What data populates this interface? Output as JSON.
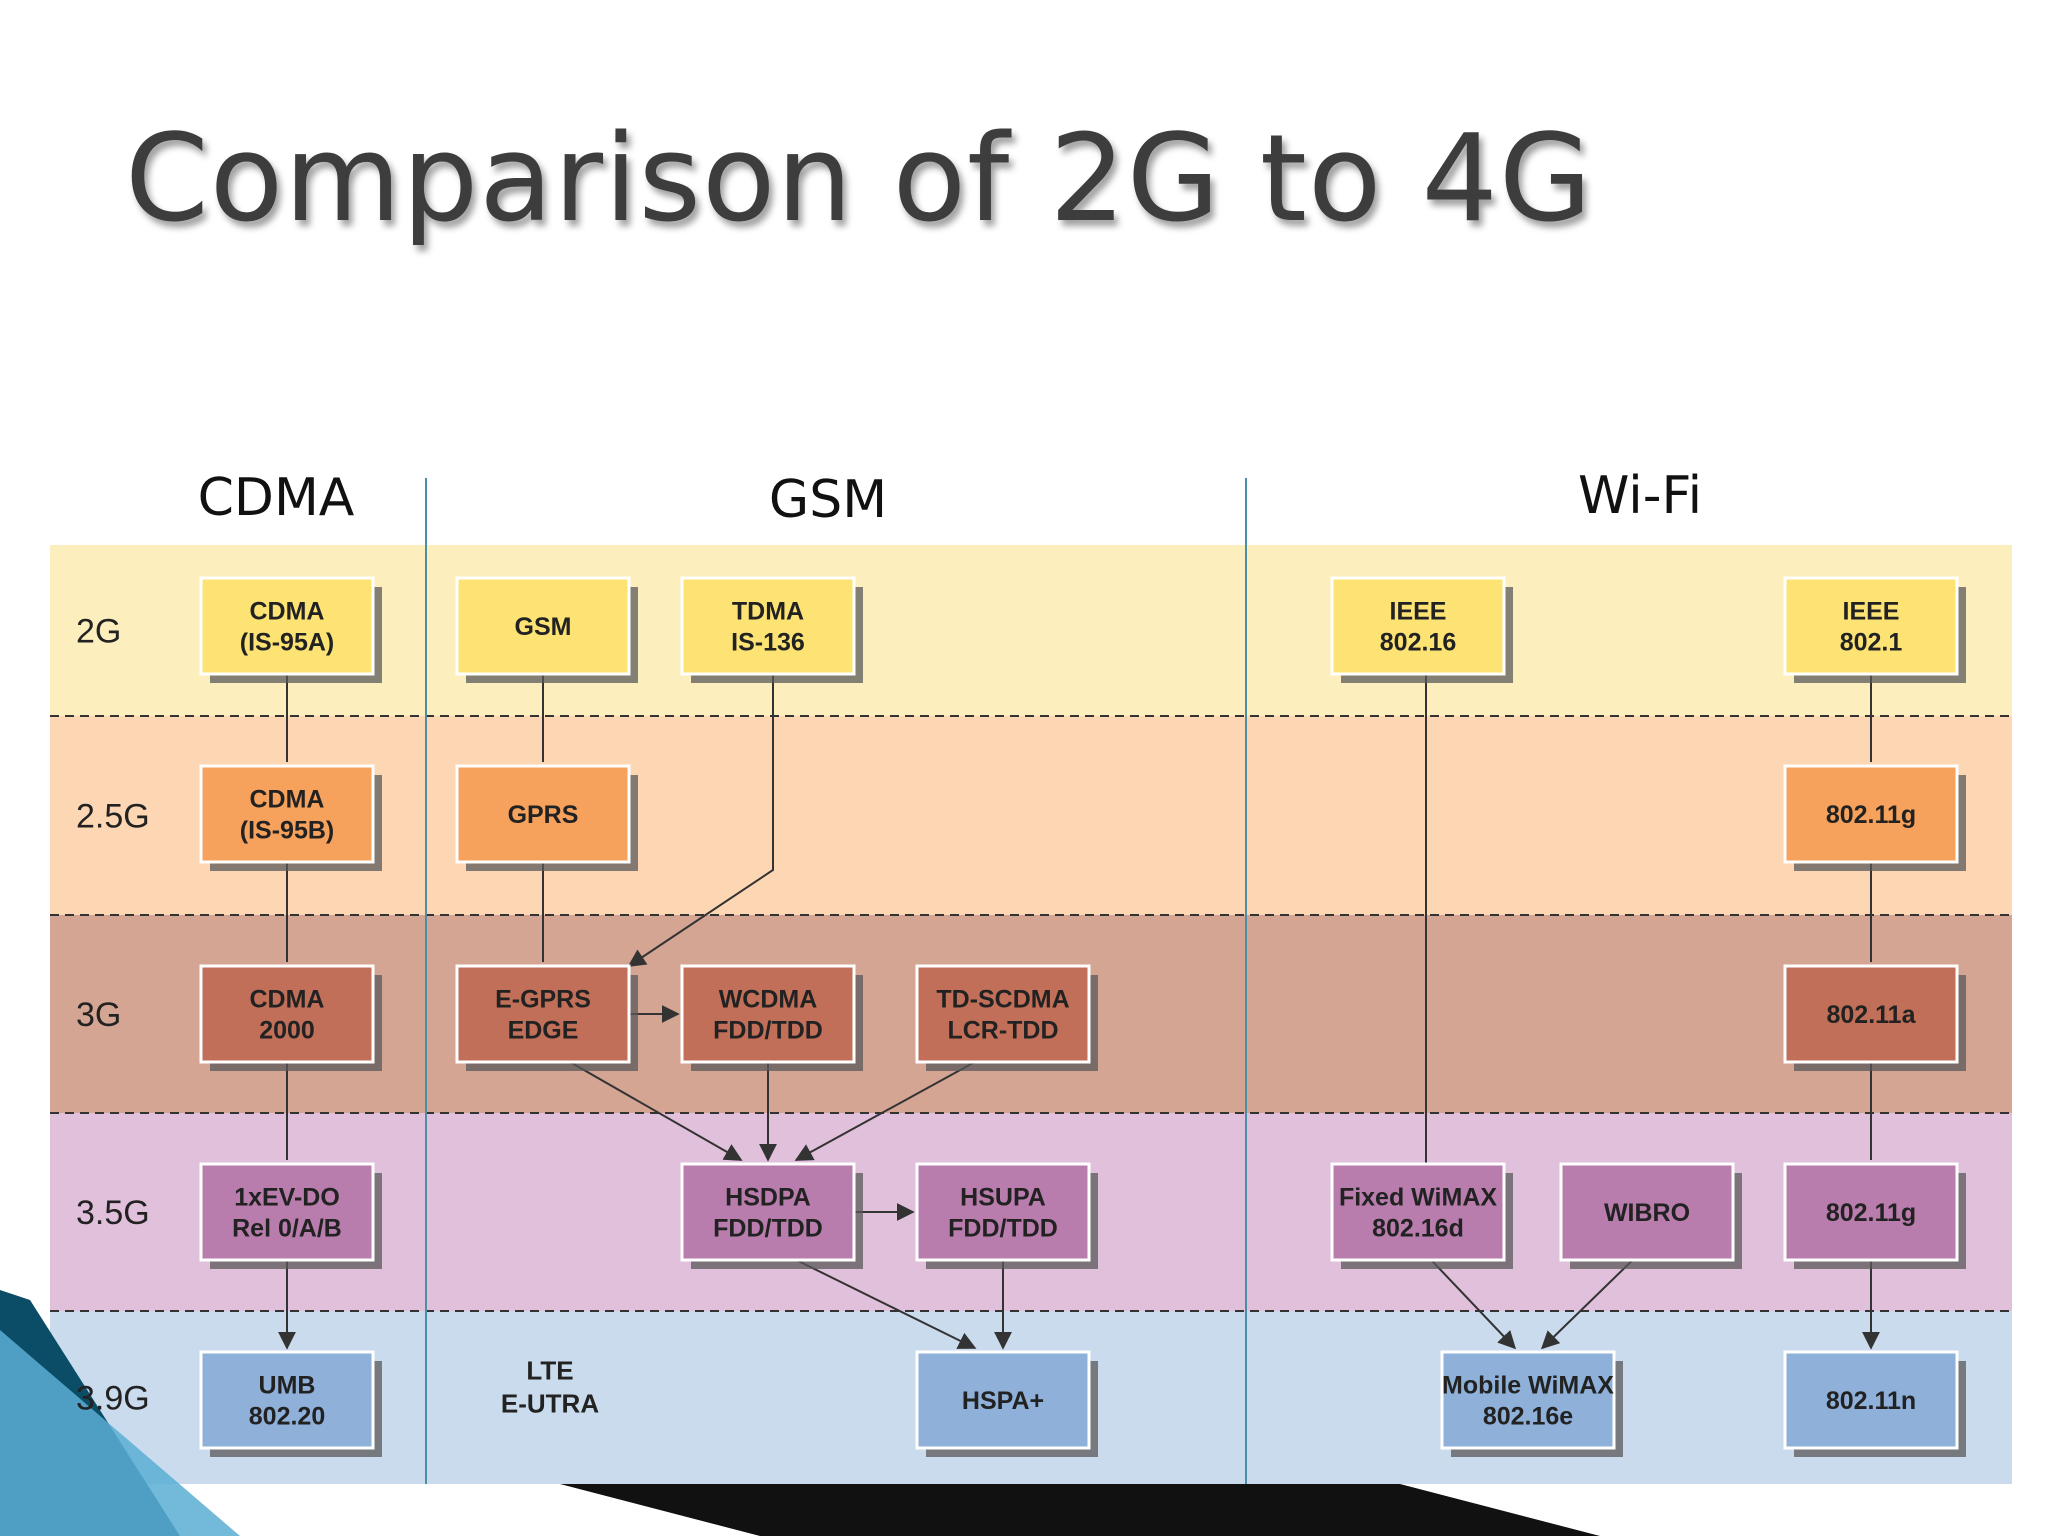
{
  "title": "Comparison of 2G to 4G",
  "columns": [
    "CDMA",
    "GSM",
    "Wi-Fi"
  ],
  "generations": [
    "2G",
    "2.5G",
    "3G",
    "3.5G",
    "3.9G"
  ],
  "generation_colors": [
    "#fdefbd",
    "#fdd6b4",
    "#d5a593",
    "#e1c0dc",
    "#c9dbed"
  ],
  "box_colors": [
    "#fce374",
    "#f6a25c",
    "#c16f58",
    "#b87cad",
    "#8eb0d9"
  ],
  "boxes": [
    {
      "id": "cdma-is95a",
      "gen": 0,
      "lines": [
        "CDMA",
        "(IS-95A)"
      ]
    },
    {
      "id": "gsm",
      "gen": 0,
      "lines": [
        "GSM"
      ]
    },
    {
      "id": "tdma",
      "gen": 0,
      "lines": [
        "TDMA",
        "IS-136"
      ]
    },
    {
      "id": "ieee-80216",
      "gen": 0,
      "lines": [
        "IEEE",
        "802.16"
      ]
    },
    {
      "id": "ieee-8021",
      "gen": 0,
      "lines": [
        "IEEE",
        "802.1"
      ]
    },
    {
      "id": "cdma-is95b",
      "gen": 1,
      "lines": [
        "CDMA",
        "(IS-95B)"
      ]
    },
    {
      "id": "gprs",
      "gen": 1,
      "lines": [
        "GPRS"
      ]
    },
    {
      "id": "w80211g-a",
      "gen": 1,
      "lines": [
        "802.11g"
      ]
    },
    {
      "id": "cdma2000",
      "gen": 2,
      "lines": [
        "CDMA",
        "2000"
      ]
    },
    {
      "id": "egprs",
      "gen": 2,
      "lines": [
        "E-GPRS",
        "EDGE"
      ]
    },
    {
      "id": "wcdma",
      "gen": 2,
      "lines": [
        "WCDMA",
        "FDD/TDD"
      ]
    },
    {
      "id": "tdscdma",
      "gen": 2,
      "lines": [
        "TD-SCDMA",
        "LCR-TDD"
      ]
    },
    {
      "id": "w80211a",
      "gen": 2,
      "lines": [
        "802.11a"
      ]
    },
    {
      "id": "evdo",
      "gen": 3,
      "lines": [
        "1xEV-DO",
        "Rel 0/A/B"
      ]
    },
    {
      "id": "hsdpa",
      "gen": 3,
      "lines": [
        "HSDPA",
        "FDD/TDD"
      ]
    },
    {
      "id": "hsupa",
      "gen": 3,
      "lines": [
        "HSUPA",
        "FDD/TDD"
      ]
    },
    {
      "id": "fixed-wimax",
      "gen": 3,
      "lines": [
        "Fixed WiMAX",
        "802.16d"
      ]
    },
    {
      "id": "wibro",
      "gen": 3,
      "lines": [
        "WIBRO"
      ]
    },
    {
      "id": "w80211g-b",
      "gen": 3,
      "lines": [
        "802.11g"
      ]
    },
    {
      "id": "umb",
      "gen": 4,
      "lines": [
        "UMB",
        "802.20"
      ]
    },
    {
      "id": "hspa-plus",
      "gen": 4,
      "lines": [
        "HSPA+"
      ]
    },
    {
      "id": "mobile-wimax",
      "gen": 4,
      "lines": [
        "Mobile WiMAX",
        "802.16e"
      ]
    },
    {
      "id": "w80211n",
      "gen": 4,
      "lines": [
        "802.11n"
      ]
    }
  ],
  "plain_labels": [
    {
      "id": "lte",
      "lines": [
        "LTE",
        "E-UTRA"
      ]
    }
  ],
  "connections": [
    {
      "from": "cdma-is95a",
      "to": "cdma-is95b",
      "arrow": false
    },
    {
      "from": "cdma-is95b",
      "to": "cdma2000",
      "arrow": false
    },
    {
      "from": "cdma2000",
      "to": "evdo",
      "arrow": false
    },
    {
      "from": "evdo",
      "to": "umb",
      "arrow": true
    },
    {
      "from": "gsm",
      "to": "gprs",
      "arrow": false
    },
    {
      "from": "gprs",
      "to": "egprs",
      "arrow": false
    },
    {
      "from": "tdma",
      "to": "egprs",
      "arrow": true
    },
    {
      "from": "egprs",
      "to": "wcdma",
      "arrow": true
    },
    {
      "from": "egprs",
      "to": "hsdpa",
      "arrow": true
    },
    {
      "from": "wcdma",
      "to": "hsdpa",
      "arrow": true
    },
    {
      "from": "tdscdma",
      "to": "hsdpa",
      "arrow": true
    },
    {
      "from": "hsdpa",
      "to": "hsupa",
      "arrow": true
    },
    {
      "from": "hsdpa",
      "to": "hspa-plus",
      "arrow": true
    },
    {
      "from": "hsupa",
      "to": "hspa-plus",
      "arrow": true
    },
    {
      "from": "ieee-80216",
      "to": "fixed-wimax",
      "arrow": false
    },
    {
      "from": "fixed-wimax",
      "to": "mobile-wimax",
      "arrow": true
    },
    {
      "from": "wibro",
      "to": "mobile-wimax",
      "arrow": true
    },
    {
      "from": "ieee-8021",
      "to": "w80211g-a",
      "arrow": false
    },
    {
      "from": "w80211g-a",
      "to": "w80211a",
      "arrow": false
    },
    {
      "from": "w80211a",
      "to": "w80211g-b",
      "arrow": false
    },
    {
      "from": "w80211g-b",
      "to": "w80211n",
      "arrow": true
    }
  ],
  "colors": {
    "divider": "#4a8fa6",
    "accent_dark": "#0b4d67",
    "accent_light": "#5aaed3"
  }
}
